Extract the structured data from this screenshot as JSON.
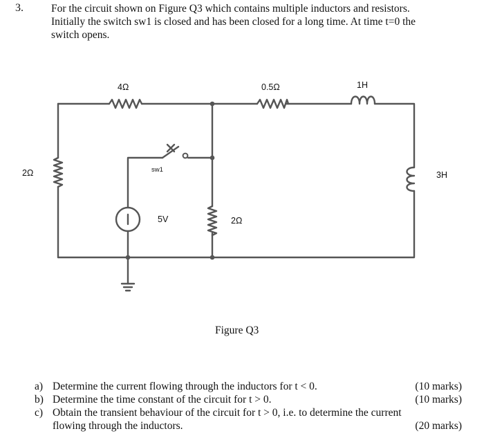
{
  "question": {
    "number": "3.",
    "intro_lines": [
      "For the circuit shown on Figure Q3 which contains multiple inductors and resistors.",
      "Initially the switch sw1 is closed and has been closed for a long time. At time t=0 the",
      "switch opens."
    ]
  },
  "circuit": {
    "r_top_left": "4Ω",
    "r_top_right": "0.5Ω",
    "l_top": "1H",
    "r_left": "2Ω",
    "l_right": "3H",
    "switch": "sw1",
    "source": "5V",
    "r_middle": "2Ω"
  },
  "figure_caption": "Figure Q3",
  "parts": [
    {
      "letter": "a)",
      "text": "Determine the current flowing through the inductors for t < 0.",
      "marks": "(10 marks)"
    },
    {
      "letter": "b)",
      "text": "Determine the time constant of the circuit for t > 0.",
      "marks": "(10 marks)"
    },
    {
      "letter": "c)",
      "text": "Obtain the transient behaviour of the circuit for t > 0, i.e. to determine the current",
      "marks": ""
    },
    {
      "letter": "",
      "text": "flowing through the inductors.",
      "marks": "(20 marks)"
    }
  ]
}
